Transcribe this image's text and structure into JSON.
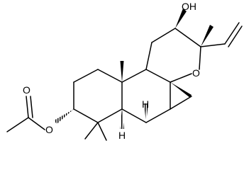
{
  "molecule": {
    "labels": {
      "oh": "OH",
      "ring_o": "O",
      "carbonyl_o": "O",
      "ester_o": "O",
      "h_upper": "H",
      "h_lower": "H"
    }
  },
  "colors": {
    "ink": "#000000",
    "background": "#ffffff"
  }
}
